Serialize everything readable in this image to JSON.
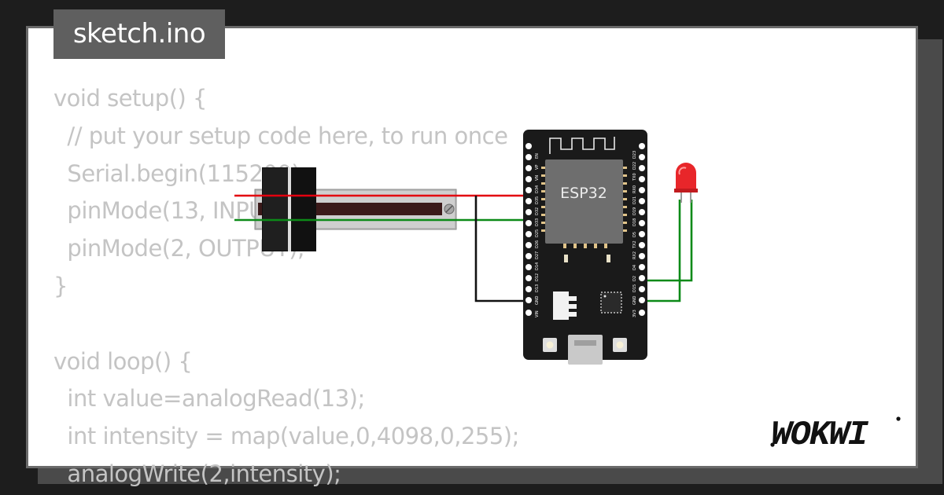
{
  "tab": {
    "filename": "sketch.ino"
  },
  "code_lines": [
    "void setup() {",
    "  // put your setup code here, to run once",
    "  Serial.begin(115200);",
    "  pinMode(13, INPUT);",
    "  pinMode(2, OUTPUT);",
    "}",
    "",
    "void loop() {",
    "  int value=analogRead(13);",
    "  int intensity = map(value,0,4098,0,255);",
    "  analogWrite(2,intensity);"
  ],
  "board": {
    "label": "ESP32",
    "pins_left": [
      "EN",
      "VP",
      "VN",
      "D34",
      "D35",
      "D32",
      "D33",
      "D25",
      "D26",
      "D27",
      "D14",
      "D12",
      "D13",
      "GND",
      "VIN"
    ],
    "pins_right": [
      "D23",
      "D22",
      "TX0",
      "RX0",
      "D21",
      "D19",
      "D18",
      "D5",
      "TX2",
      "RX2",
      "D4",
      "D2",
      "D15",
      "GND",
      "3V3"
    ]
  },
  "logo": {
    "text": "WOKWI"
  },
  "colors": {
    "wire_red": "#e3000f",
    "wire_green": "#0c8a18",
    "wire_black": "#111111",
    "board": "#1a1a1a",
    "module": "#6e6e6e",
    "led": "#e8262a"
  }
}
